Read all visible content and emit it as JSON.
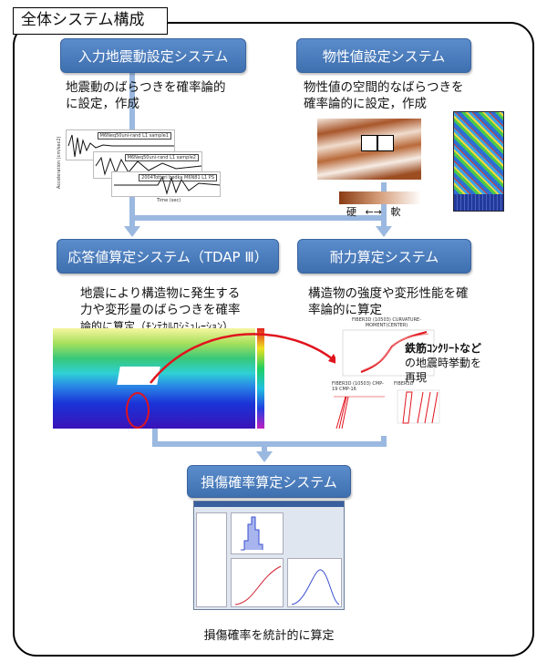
{
  "title": "全体システム構成",
  "systems": {
    "input_motion": {
      "label": "入力地震動設定システム",
      "desc": [
        "地震動のばらつきを確率論的",
        "に設定，作成"
      ]
    },
    "material": {
      "label": "物性値設定システム",
      "desc": [
        "物性値の空間的なばらつきを",
        "確率論的に設定，作成"
      ]
    },
    "response": {
      "label": "応答値算定システム（TDAP Ⅲ）",
      "desc": [
        "地震により構造物に発生する",
        "力や変形量のばらつきを確率",
        "論的に算定（ﾓﾝﾃｶﾙﾛｼﾐｭﾚｰｼｮﾝ）"
      ]
    },
    "capacity": {
      "label": "耐力算定システム",
      "desc": [
        "構造物の強度や変形性能を確",
        "率論的に算定"
      ]
    },
    "damage": {
      "label": "損傷確率算定システム",
      "caption": "損傷確率を統計的に算定"
    }
  },
  "seismograms": {
    "titles": [
      "M6Neq50uni-rand L1 sample1",
      "M6Neq50uni-rand L1 sample2",
      "2004Tottori bedka M6N81 L1 PS"
    ],
    "ylabel": "Acceleration (cm/sec2)",
    "xlabel": "Time (sec)"
  },
  "material_legend": {
    "hard": "硬",
    "arrow": "←→",
    "soft": "軟"
  },
  "capacity_charts": {
    "main_title": "FIBER3D (10503) CURVATURE-MOMENT(CENTER)",
    "sub_title": "FIBER3D (10503) CMP-19 CMP-16",
    "sub_title2": "FIBER3D",
    "note": [
      "鉄筋ｺﾝｸﾘｰﾄなど",
      "の地震時挙動を",
      "再現"
    ]
  },
  "colors": {
    "box": "#4a7cbd",
    "arrow": "#9bb9e0",
    "highlight": "#e0141e"
  }
}
